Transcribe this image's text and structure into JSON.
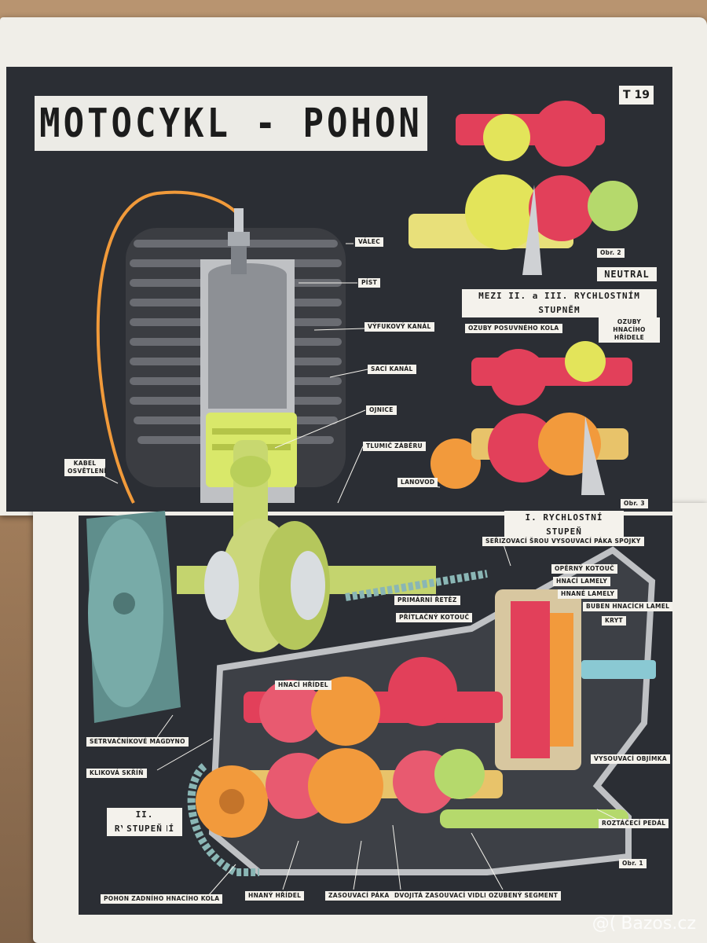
{
  "poster": {
    "title": "MOTOCYKL - POHON",
    "code": "T 19",
    "neutral_line1": "NEUTRAL",
    "neutral_line2": "MEZI II. a III. RYCHLOSTNÍM STUPNĚM",
    "first_gear": "I. RYCHLOSTNÍ STUPEŇ",
    "second_gear_line1": "II. RYCHLOSTNÍ",
    "second_gear_line2": "STUPEŇ",
    "fig1": "Obr. 1",
    "fig2": "Obr. 2",
    "fig3": "Obr. 3"
  },
  "labels": {
    "valec": "VÁLEC",
    "pist": "PÍST",
    "vyfukovy_kanal": "VÝFUKOVÝ KANÁL",
    "saci_kanal": "SACÍ KANÁL",
    "ojnice": "OJNICE",
    "tlumic_zaberu": "TLUMIČ ZÁBĚRU",
    "kabel_line1": "KABEL",
    "kabel_line2": "OSVĚTLENÍ",
    "ozuby_posuvneho": "OZUBY POSUVNÉHO KOLA",
    "ozuby_hnaciho_line1": "OZUBY HNACÍHO",
    "ozuby_hnaciho_line2": "HŘÍDELE",
    "lanovod": "LANOVOD",
    "serizovaci_sroub": "SEŘIZOVACÍ ŠROUB",
    "vysouvaci_paka": "VYSOUVACÍ PÁKA SPOJKY",
    "operny_kotouc": "OPĚRNÝ KOTOUČ",
    "hnaci_lamely": "HNACÍ LAMELY",
    "hnane_lamely": "HNANÉ LAMELY",
    "buben": "BUBEN HNACÍCH LAMEL",
    "kryt": "KRYT",
    "primarni_retez": "PRIMÁRNÍ ŘETĚZ",
    "pritlacny_kotouc": "PŘÍTLAČNÝ KOTOUČ",
    "hnaci_hridel": "HNACÍ HŘÍDEL",
    "setrvacnikove_magdyno": "SETRVAČNÍKOVÉ MAGDYNO",
    "klikova_skrin": "KLIKOVÁ SKŘÍŇ",
    "vysouvaci_objimka": "VYSOUVACÍ OBJÍMKA",
    "roztaceci_pedal": "ROZTÁČECÍ PEDÁL",
    "pohon_zadniho": "POHON ZADNÍHO HNACÍHO KOLA",
    "hnany_hridel": "HNANÝ HŘÍDEL",
    "zasouvaci_paka": "ZASOUVACÍ PÁKA",
    "dvojita_zasouvaci": "DVOJITÁ ZASOUVACÍ VIDLICE",
    "ozubeny_segment": "OZUBENÝ SEGMENT"
  },
  "watermark": "Bazos.cz",
  "colors": {
    "poster_bg": "#2b2e34",
    "gear_red": "#e2405a",
    "gear_yellow": "#e3e45a",
    "gear_orange": "#f29a3c",
    "shaft_green": "#b5d96c",
    "magneto": "#6fa3a0"
  }
}
